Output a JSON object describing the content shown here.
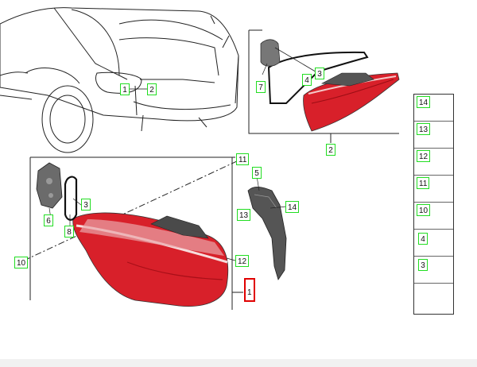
{
  "callouts": {
    "car_1": "1",
    "car_2": "2",
    "inner_7": "7",
    "inner_4": "4",
    "inner_3": "3",
    "inner_group": "2",
    "main_11": "11",
    "main_5": "5",
    "main_3": "3",
    "main_14": "14",
    "main_13": "13",
    "main_6": "6",
    "main_8": "8",
    "main_10": "10",
    "main_12": "12",
    "main_1": "1"
  },
  "parts_list": [
    "14",
    "13",
    "12",
    "11",
    "10",
    "4",
    "3"
  ],
  "colors": {
    "callout_border": "#22dd22",
    "selected_border": "#e00000",
    "lamp_red": "#d8202a"
  },
  "icons": [
    "car-rear-outline",
    "tail-lamp-inner",
    "tail-lamp-outer",
    "bracket",
    "gasket",
    "screw",
    "nut",
    "bulb",
    "arrow-tool"
  ]
}
